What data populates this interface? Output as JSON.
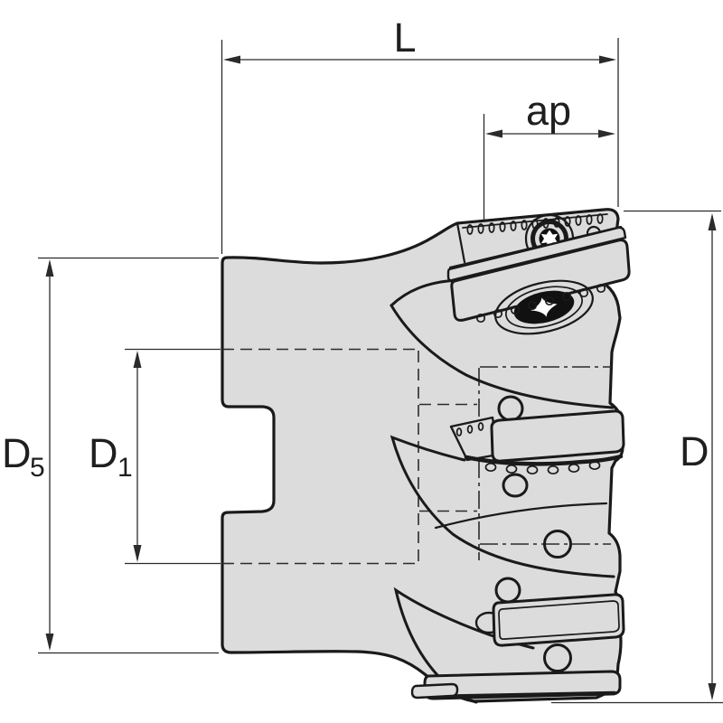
{
  "drawing": {
    "dimension_labels": [
      "L",
      "ap",
      "D5",
      "D1",
      "D"
    ]
  },
  "labels": {
    "length": "L",
    "cutting_depth": "ap",
    "rear_diameter_main": "D",
    "rear_diameter_sub": "5",
    "bore_diameter_main": "D",
    "bore_diameter_sub": "1",
    "cutting_diameter": "D"
  },
  "colors": {
    "background": "#ffffff",
    "body_fill": "#dcdcdc",
    "line": "#1a1a1a",
    "dim_line": "#2b2b2b",
    "screw_dark": "#111111",
    "text": "#1f1f1f"
  }
}
